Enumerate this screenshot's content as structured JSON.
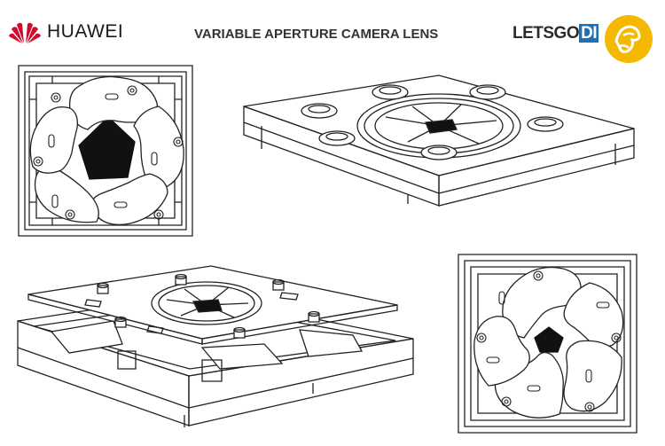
{
  "header": {
    "brand": "HUAWEI",
    "title": "VARIABLE APERTURE CAMERA LENS",
    "watermark": {
      "text_left": "LETSGO",
      "text_highlight": "DI",
      "highlight_color": "#1f6fb5",
      "badge_color": "#f5b800"
    }
  },
  "colors": {
    "brand_red": "#cf0a2c",
    "line": "#222222",
    "aperture": "#111111"
  },
  "figures": [
    {
      "id": "fig-top-left",
      "kind": "top-view-square"
    },
    {
      "id": "fig-top-right",
      "kind": "isometric-assembled"
    },
    {
      "id": "fig-bottom-left",
      "kind": "isometric-exploded"
    },
    {
      "id": "fig-bottom-right",
      "kind": "top-view-square"
    }
  ]
}
